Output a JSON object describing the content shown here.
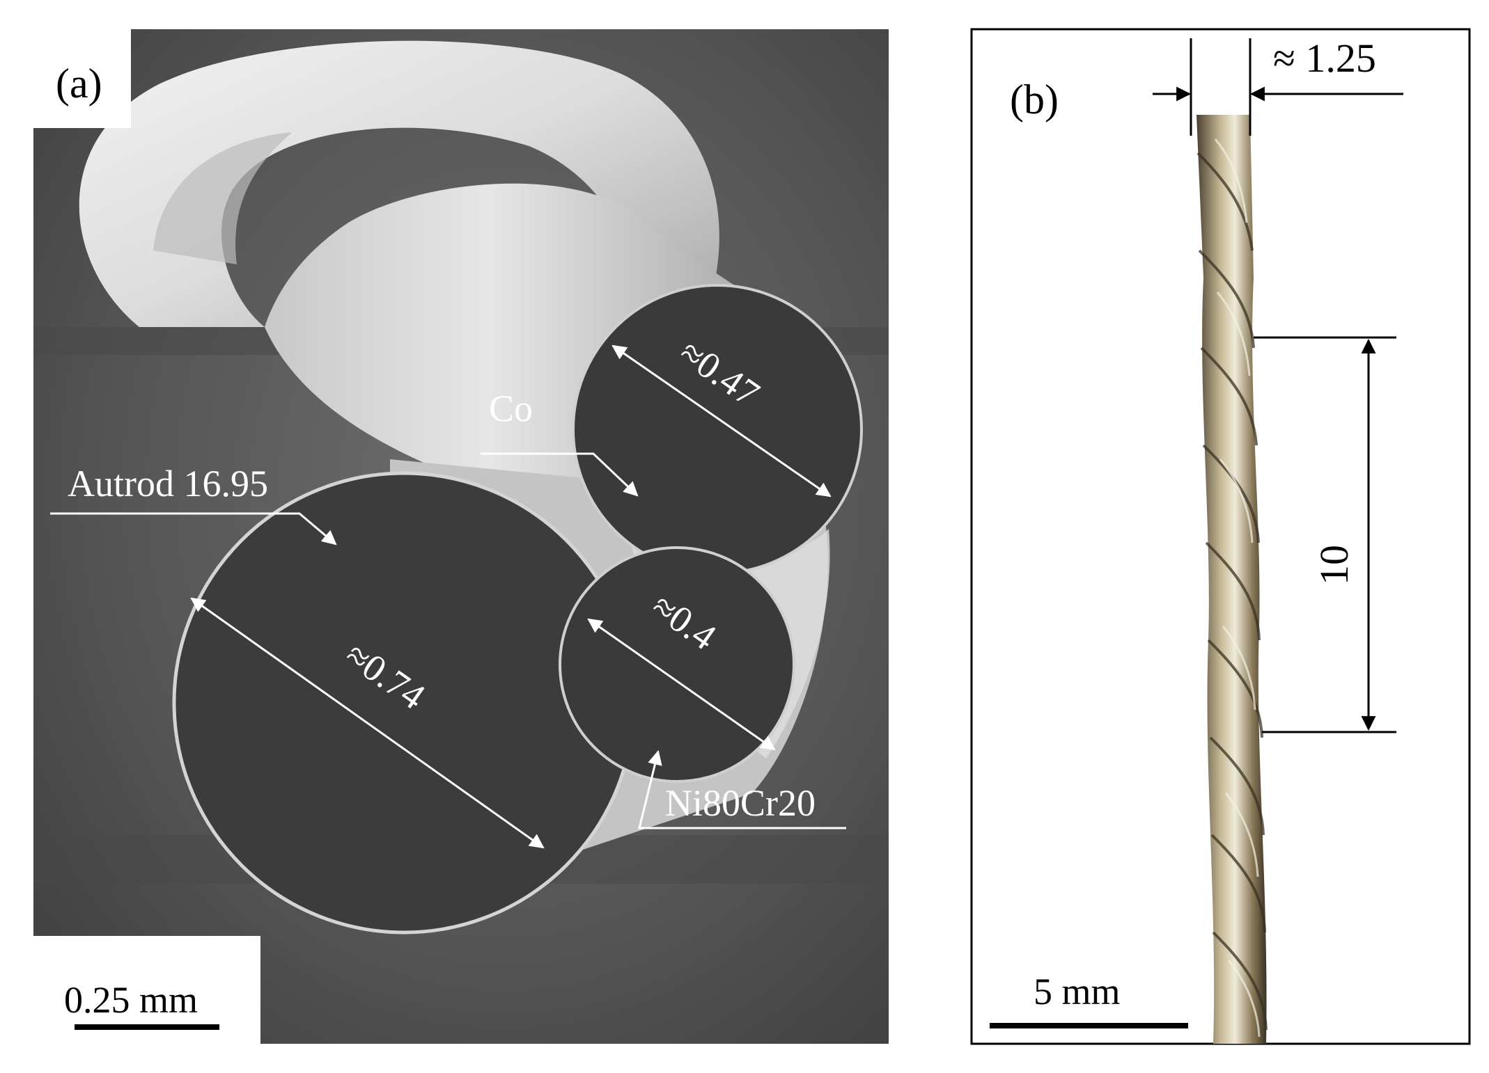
{
  "panel_a": {
    "label": "(a)",
    "wires": {
      "large": {
        "name": "Autrod 16.95",
        "diameter": "≈0.74"
      },
      "upper": {
        "name": "Co",
        "diameter": "≈0.47"
      },
      "lower": {
        "name": "Ni80Cr20",
        "diameter": "≈0.4"
      }
    },
    "scale_bar": "0.25 mm"
  },
  "panel_b": {
    "label": "(b)",
    "width": "≈ 1.25",
    "pitch": "10",
    "scale_bar": "5 mm"
  },
  "colors": {
    "sem_background": "#5a5a5a",
    "cut_face": "#3b3b3b",
    "wire_surface": "#d8d8d8",
    "annotation": "#ffffff",
    "twisted_wire": "#9a8a66"
  }
}
